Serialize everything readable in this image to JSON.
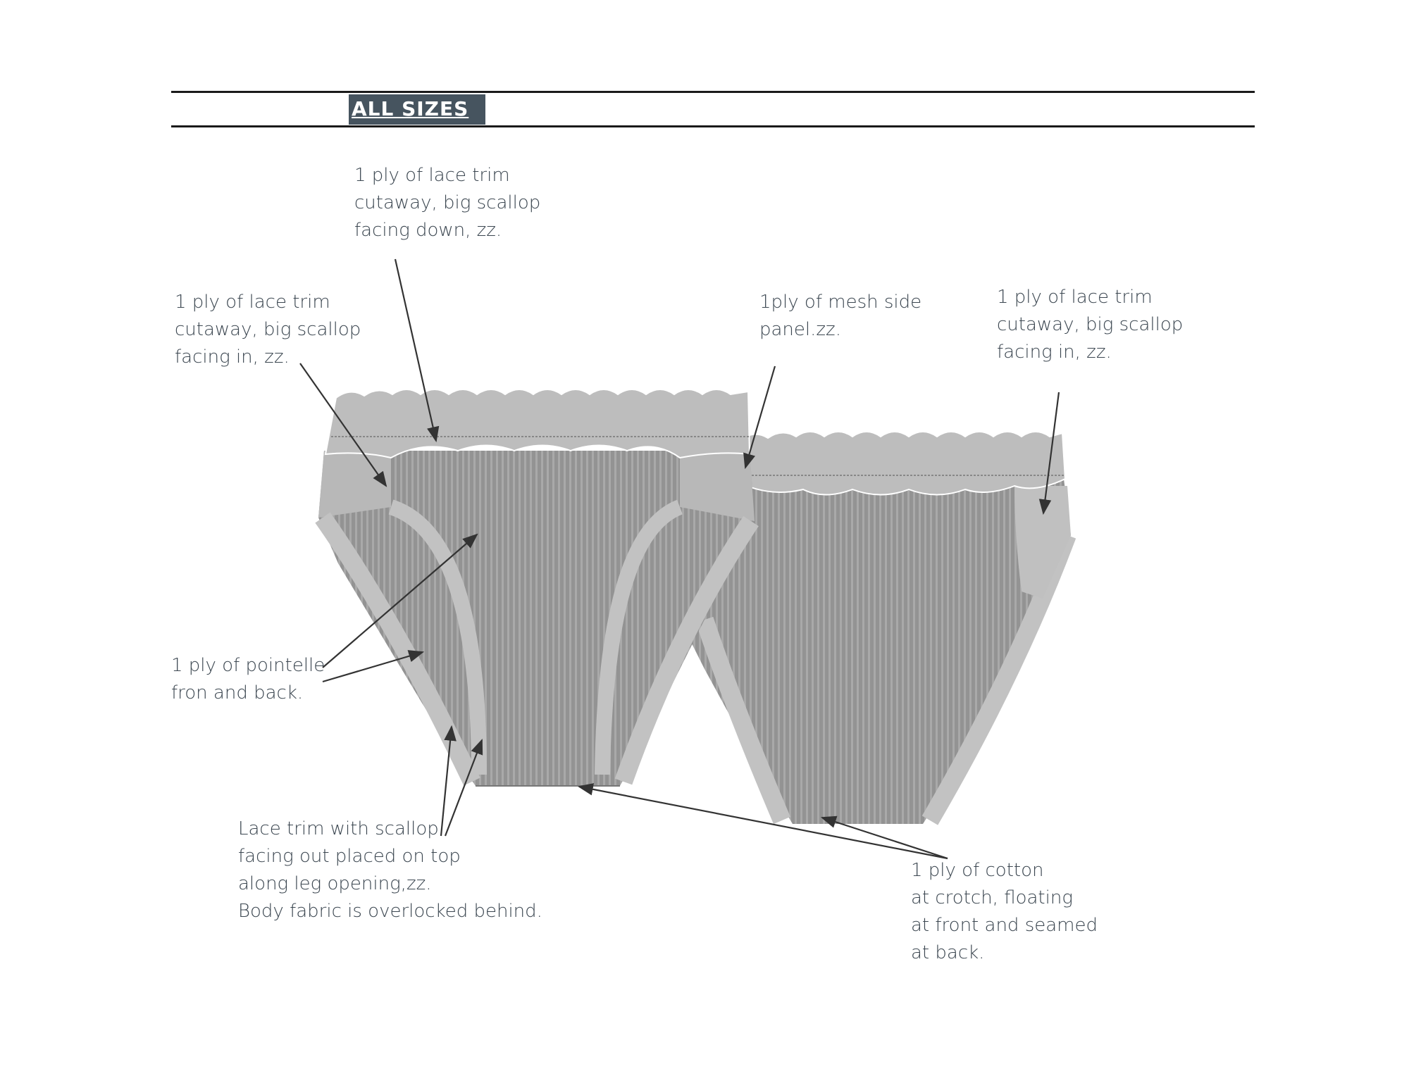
{
  "header": {
    "title": "ALL SIZES"
  },
  "callouts": {
    "waist_lace": [
      "1  ply of lace trim",
      "cutaway, big scallop",
      "facing down, zz."
    ],
    "front_side_lace": [
      "1  ply of lace trim",
      "cutaway, big scallop",
      "facing in, zz."
    ],
    "mesh_panel": [
      "1ply of mesh side",
      "panel.zz."
    ],
    "back_side_lace": [
      "1  ply of lace trim",
      "cutaway, big scallop",
      "facing in, zz."
    ],
    "pointelle": [
      "1  ply of pointelle",
      "fron and back."
    ],
    "leg_lace": [
      "Lace trim with scallop",
      "facing out placed on top",
      "along leg opening,zz.",
      "Body fabric is overlocked behind."
    ],
    "crotch": [
      "1  ply of cotton",
      "at crotch, floating",
      "at front and seamed",
      "at back."
    ]
  },
  "colors": {
    "title_bg": "#46545f",
    "fabric": "#959595",
    "lace": "#bdbdbd",
    "text": "#3b4650"
  }
}
